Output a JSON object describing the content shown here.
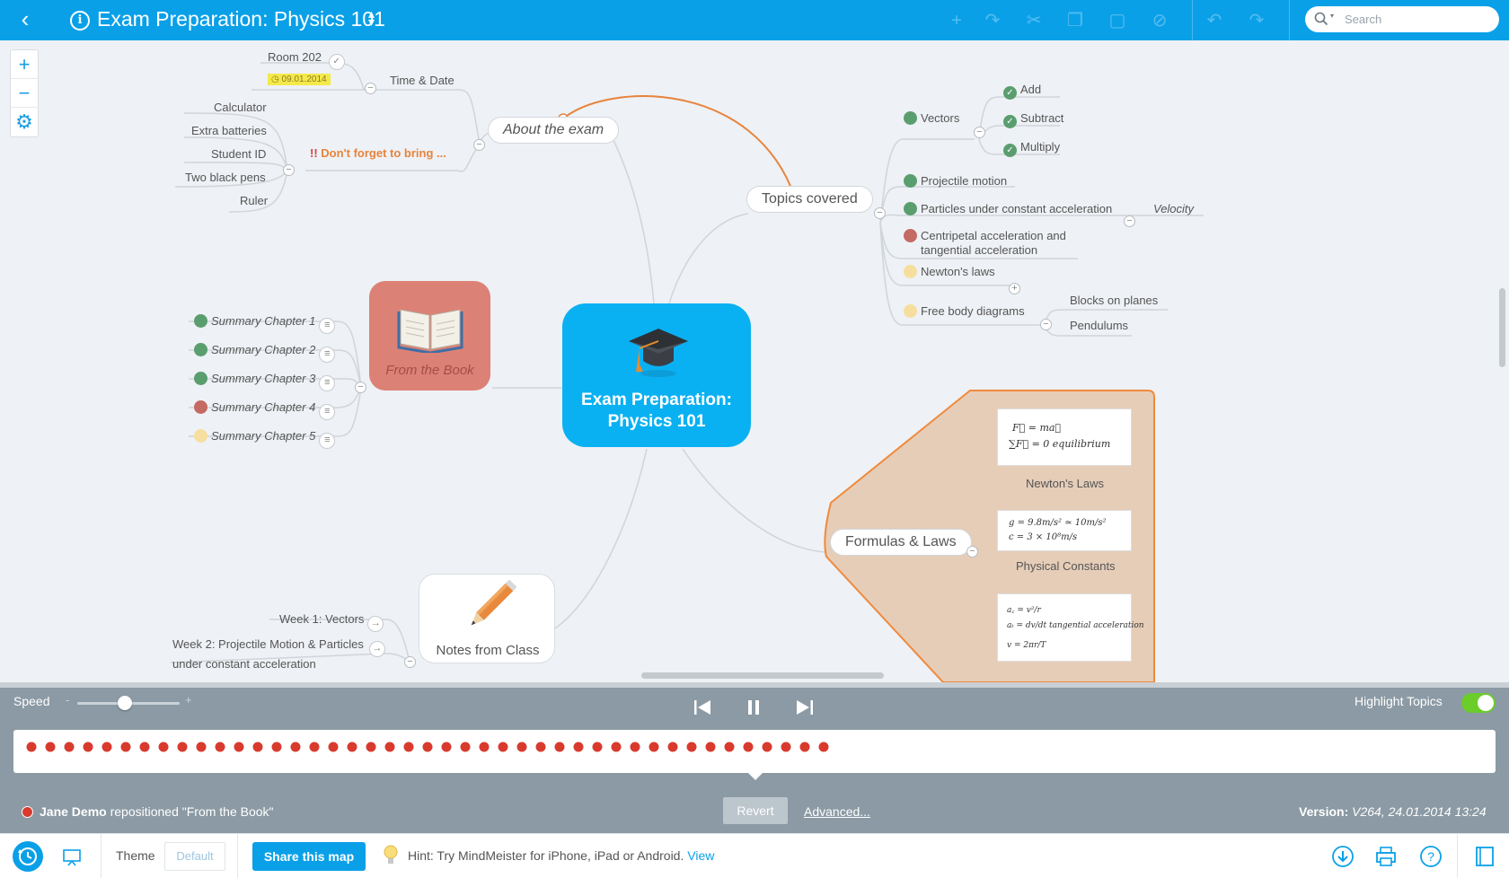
{
  "app": {
    "title": "Exam Preparation: Physics 101",
    "search_placeholder": "Search"
  },
  "mindmap": {
    "central": "Exam Preparation: Physics 101",
    "about": {
      "label": "About the exam",
      "time_date": "Time & Date",
      "room": "Room 202",
      "date": "09.01.2014",
      "bring_label": "Don't forget to bring ...",
      "bring_items": [
        "Calculator",
        "Extra batteries",
        "Student ID",
        "Two black pens",
        "Ruler"
      ]
    },
    "topics": {
      "label": "Topics covered",
      "vectors": "Vectors",
      "vector_ops": [
        "Add",
        "Subtract",
        "Multiply"
      ],
      "projectile": "Projectile motion",
      "particles": "Particles under constant acceleration",
      "velocity": "Velocity",
      "centripetal_line1": "Centripetal acceleration and",
      "centripetal_line2": "tangential acceleration",
      "newtons": "Newton's laws",
      "free_body": "Free body diagrams",
      "free_body_items": [
        "Blocks on planes",
        "Pendulums"
      ]
    },
    "book": {
      "label": "From the Book",
      "chapters": [
        "Summary Chapter 1",
        "Summary Chapter 2",
        "Summary Chapter 3",
        "Summary Chapter 4",
        "Summary Chapter 5"
      ]
    },
    "formulas": {
      "label": "Formulas & Laws",
      "newton_caption": "Newton's Laws",
      "constants_caption": "Physical Constants",
      "f1": "F⃗  =  ma⃗",
      "f2": "∑F⃗  =  0  equilibrium",
      "g": "g  =  9.8m/s² ≃ 10m/s²",
      "c": "c  =  3 × 10⁸m/s",
      "ac": "a꜀  =  v²/r",
      "at": "aₜ  =  dv/dt   tangential acceleration",
      "v": "v  =  2πr/T"
    },
    "notes": {
      "label": "Notes from Class",
      "week1": "Week 1: Vectors",
      "week2_line1": "Week 2: Projectile Motion & Particles",
      "week2_line2": "under constant acceleration"
    }
  },
  "history": {
    "speed_label": "Speed",
    "slider_min": "-",
    "slider_max": "+",
    "highlight_label": "Highlight Topics",
    "highlight_on": true,
    "actor_name": "Jane Demo",
    "action_text": "repositioned \"From the Book\"",
    "revert_label": "Revert",
    "advanced_label": "Advanced...",
    "version_label": "Version:",
    "version_value": "V264, 24.01.2014 13:24",
    "event_count": 43
  },
  "bottom": {
    "theme_label": "Theme",
    "theme_value": "Default",
    "share_label": "Share this map",
    "hint_text": "Hint: Try MindMeister for iPhone, iPad or Android.",
    "hint_link": "View"
  },
  "colors": {
    "accent": "#0aa0e8",
    "green": "#5a9e6f",
    "red": "#c46a63",
    "yellow": "#f6df9e",
    "orange": "#e6843d",
    "history_bg": "#8b9aa4",
    "timeline_dot": "#d93a2e"
  }
}
